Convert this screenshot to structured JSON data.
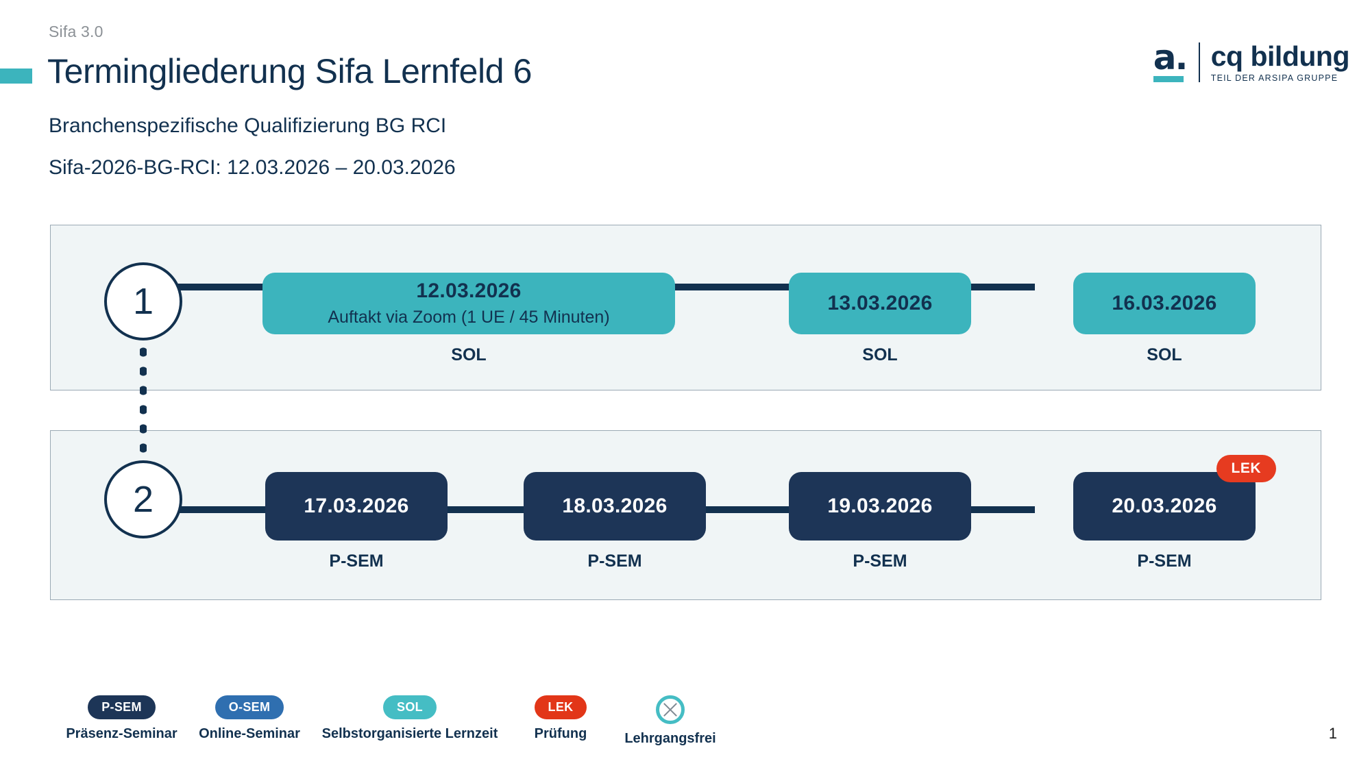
{
  "header": {
    "eyebrow": "Sifa 3.0",
    "title": "Termingliederung Sifa Lernfeld 6",
    "subtitle_1": "Branchenspezifische Qualifizierung BG RCI",
    "subtitle_2": "Sifa-2026-BG-RCI: 12.03.2026 – 20.03.2026"
  },
  "logo": {
    "mark": "a.",
    "name": "cq bildung",
    "tagline": "TEIL DER ARSIPA GRUPPE"
  },
  "colors": {
    "teal": "#3cb4bd",
    "navy": "#1d3557",
    "dark_text": "#12314f",
    "panel_bg": "#f0f5f6",
    "lek_red": "#e63b20",
    "osem_blue": "#2f6fb0"
  },
  "rows": [
    {
      "marker": "1",
      "nodes": [
        {
          "date": "12.03.2026",
          "note": "Auftakt via Zoom  (1 UE / 45 Minuten)",
          "caption": "SOL",
          "type": "teal",
          "badge": null
        },
        {
          "date": "13.03.2026",
          "note": "",
          "caption": "SOL",
          "type": "teal",
          "badge": null
        },
        {
          "date": "16.03.2026",
          "note": "",
          "caption": "SOL",
          "type": "teal",
          "badge": null
        }
      ]
    },
    {
      "marker": "2",
      "nodes": [
        {
          "date": "17.03.2026",
          "note": "",
          "caption": "P-SEM",
          "type": "navy",
          "badge": null
        },
        {
          "date": "18.03.2026",
          "note": "",
          "caption": "P-SEM",
          "type": "navy",
          "badge": null
        },
        {
          "date": "19.03.2026",
          "note": "",
          "caption": "P-SEM",
          "type": "navy",
          "badge": null
        },
        {
          "date": "20.03.2026",
          "note": "",
          "caption": "P-SEM",
          "type": "navy",
          "badge": "LEK"
        }
      ]
    }
  ],
  "legend": [
    {
      "pill": "P-SEM",
      "label": "Präsenz-Seminar",
      "style": "psem"
    },
    {
      "pill": "O-SEM",
      "label": "Online-Seminar",
      "style": "osem"
    },
    {
      "pill": "SOL",
      "label": "Selbstorganisierte Lernzeit",
      "style": "sol"
    },
    {
      "pill": "LEK",
      "label": "Prüfung",
      "style": "lek"
    },
    {
      "pill": "",
      "label": "Lehrgangsfrei",
      "style": "ring"
    }
  ],
  "footer": {
    "page_number": "1"
  }
}
